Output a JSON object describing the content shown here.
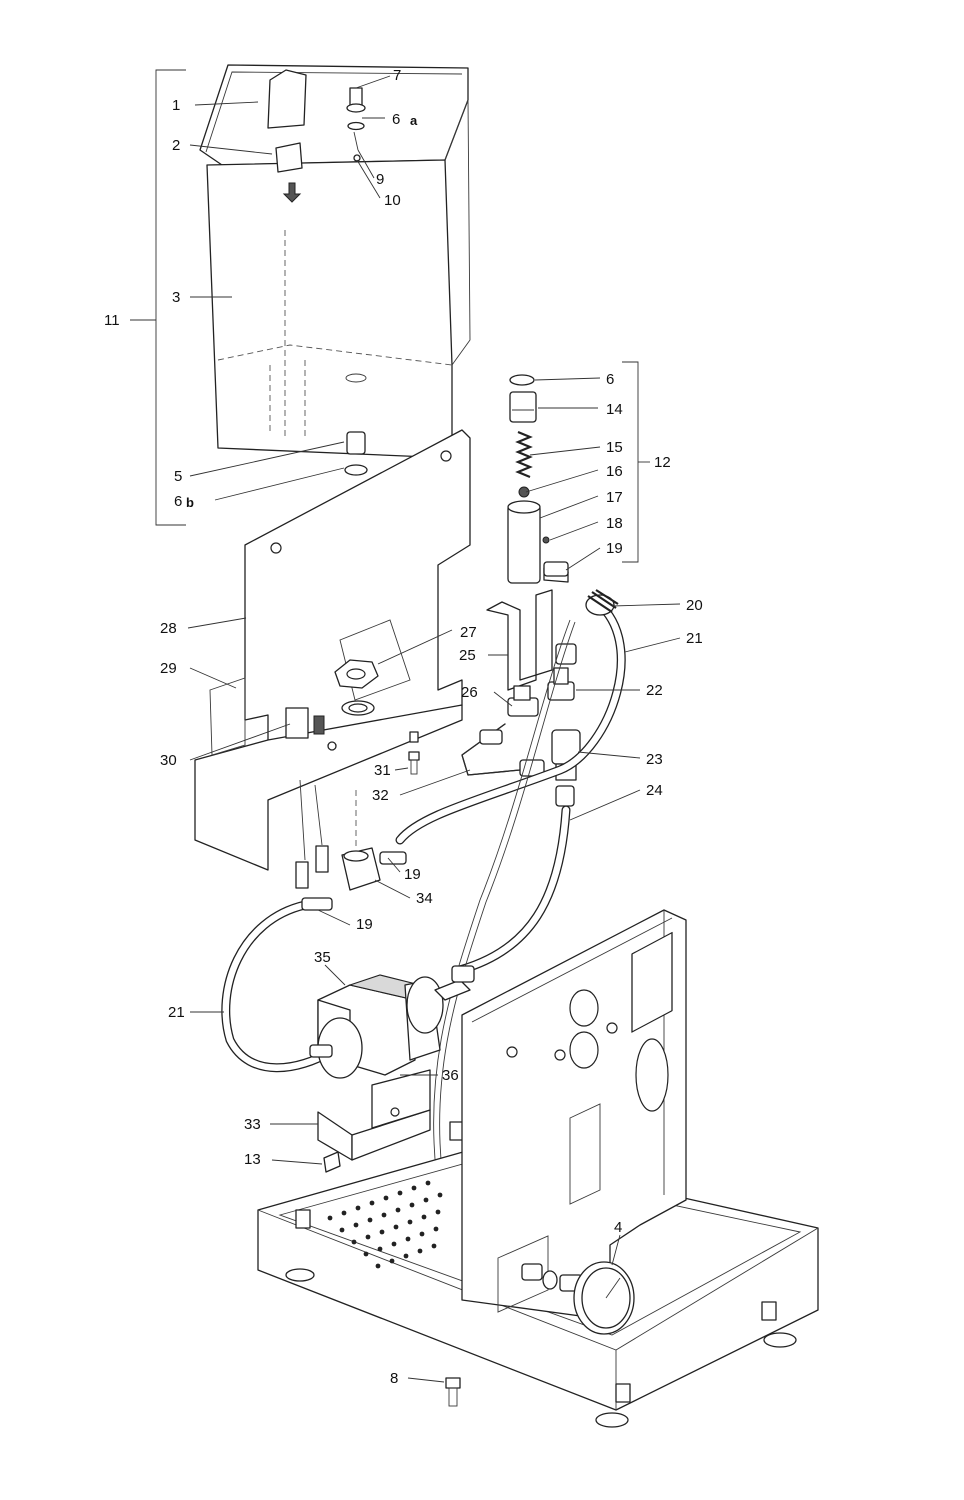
{
  "labels": {
    "l1": "1",
    "l2": "2",
    "l3": "3",
    "l4": "4",
    "l5": "5",
    "l6": "6",
    "l6a": "6",
    "l6a_sub": "a",
    "l6b": "6",
    "l6b_sub": "b",
    "l7": "7",
    "l8": "8",
    "l9": "9",
    "l10": "10",
    "l11": "11",
    "l12": "12",
    "l13": "13",
    "l14": "14",
    "l15": "15",
    "l16": "16",
    "l17": "17",
    "l18": "18",
    "l19a": "19",
    "l19b": "19",
    "l19c": "19",
    "l20": "20",
    "l21a": "21",
    "l21b": "21",
    "l22": "22",
    "l23": "23",
    "l24": "24",
    "l25": "25",
    "l26": "26",
    "l27": "27",
    "l28": "28",
    "l29": "29",
    "l30": "30",
    "l31": "31",
    "l32": "32",
    "l33": "33",
    "l34": "34",
    "l35": "35",
    "l36": "36"
  },
  "colors": {
    "line": "#2b2b2b",
    "background": "#ffffff",
    "fill_shade": "#d9d9d9"
  }
}
